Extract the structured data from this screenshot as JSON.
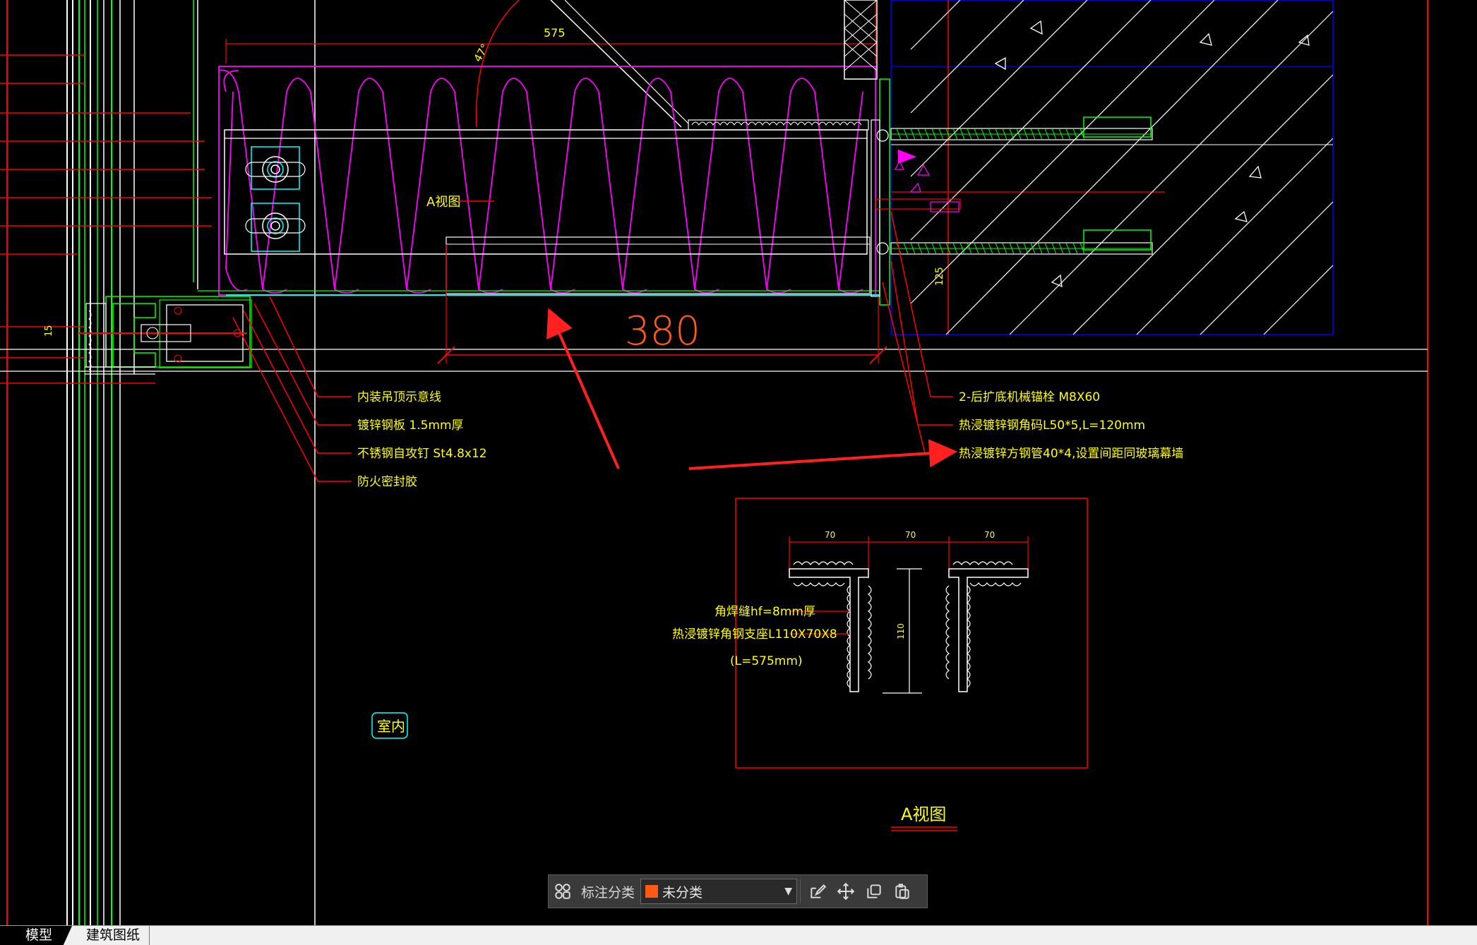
{
  "drawing": {
    "dim_top": "575",
    "dim_angle": "47°",
    "dim_380": "380",
    "dim_125": "125",
    "dim_15": "15",
    "a_view_callout": "A视图",
    "room_label": "室内",
    "callouts_left": [
      "内装吊顶示意线",
      "镀锌钢板 1.5mm厚",
      "不锈钢自攻钉 St4.8x12",
      "防火密封胶"
    ],
    "callouts_right": [
      "2-后扩底机械锚栓 M8X60",
      "热浸镀锌钢角码L50*5,L=120mm",
      "热浸镀锌方钢管40*4,设置间距同玻璃幕墙"
    ],
    "detail": {
      "dims": [
        "70",
        "70",
        "70"
      ],
      "dim_vertical": "110",
      "weld_label": "角焊缝hf=8mm厚",
      "angle_label": "热浸镀锌角钢支座L110X70X8",
      "length_label": "(L=575mm)",
      "title": "A视图"
    },
    "colors": {
      "background": "#000000",
      "insulation": "#ff00ff",
      "frame_red": "#ff0000",
      "text_yellow": "#ffff00",
      "green": "#00ff00",
      "cyan": "#00ffff",
      "blue": "#0000ff",
      "arrow_red": "#ff2020"
    }
  },
  "toolbar": {
    "label": "标注分类",
    "selected": "未分类",
    "swatch_color": "#ff5a14",
    "icons": [
      "grid-icon",
      "edit-icon",
      "move-icon",
      "copy-icon",
      "paste-icon"
    ]
  },
  "tabs": [
    "模型",
    "建筑图纸"
  ]
}
